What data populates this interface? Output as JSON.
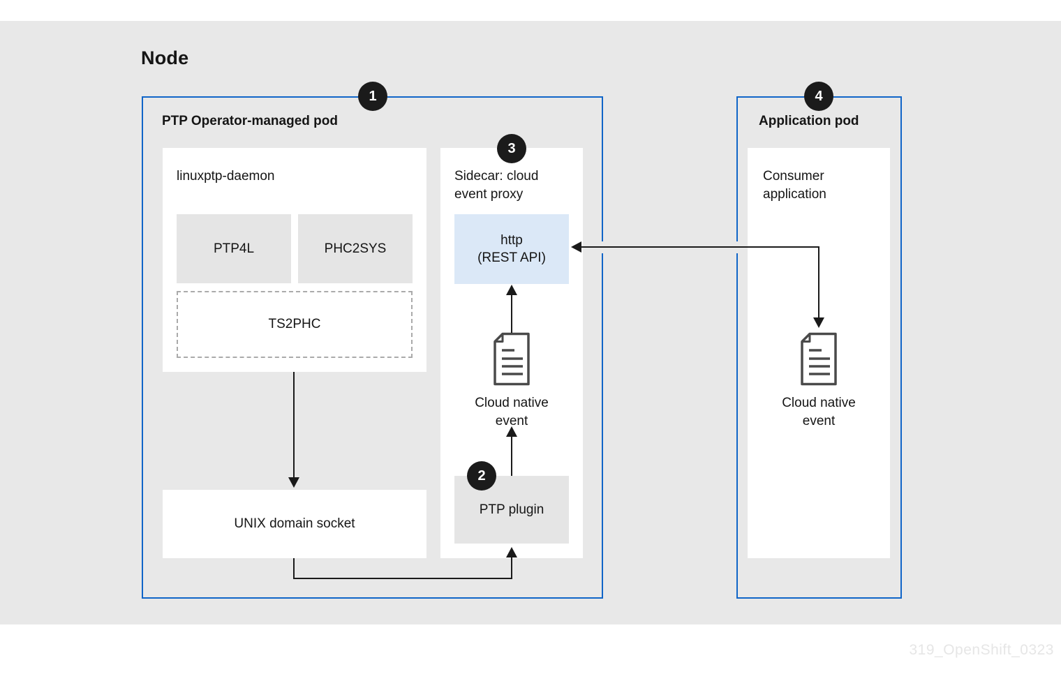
{
  "node_label": "Node",
  "watermark": "319_OpenShift_0323",
  "colors": {
    "background_gray": "#e8e8e8",
    "pod_border_blue": "#1065c8",
    "badge_black": "#1b1b1b",
    "http_box_blue": "#dbe8f7",
    "process_box_gray": "#e5e5e5",
    "text": "#151515"
  },
  "ptp_pod": {
    "badge": "1",
    "title": "PTP Operator-managed pod",
    "linuxptp": {
      "title": "linuxptp-daemon",
      "ptp4l": "PTP4L",
      "phc2sys": "PHC2SYS",
      "ts2phc": "TS2PHC"
    },
    "unix_socket": "UNIX domain socket",
    "sidecar": {
      "badge": "3",
      "title_lines": [
        "Sidecar: cloud",
        "event proxy"
      ],
      "http_lines": [
        "http",
        "(REST API)"
      ],
      "event_lines": [
        "Cloud native",
        "event"
      ],
      "plugin_badge": "2",
      "plugin_label": "PTP plugin"
    }
  },
  "app_pod": {
    "badge": "4",
    "title": "Application pod",
    "consumer_lines": [
      "Consumer",
      "application"
    ],
    "event_lines": [
      "Cloud native",
      "event"
    ]
  }
}
